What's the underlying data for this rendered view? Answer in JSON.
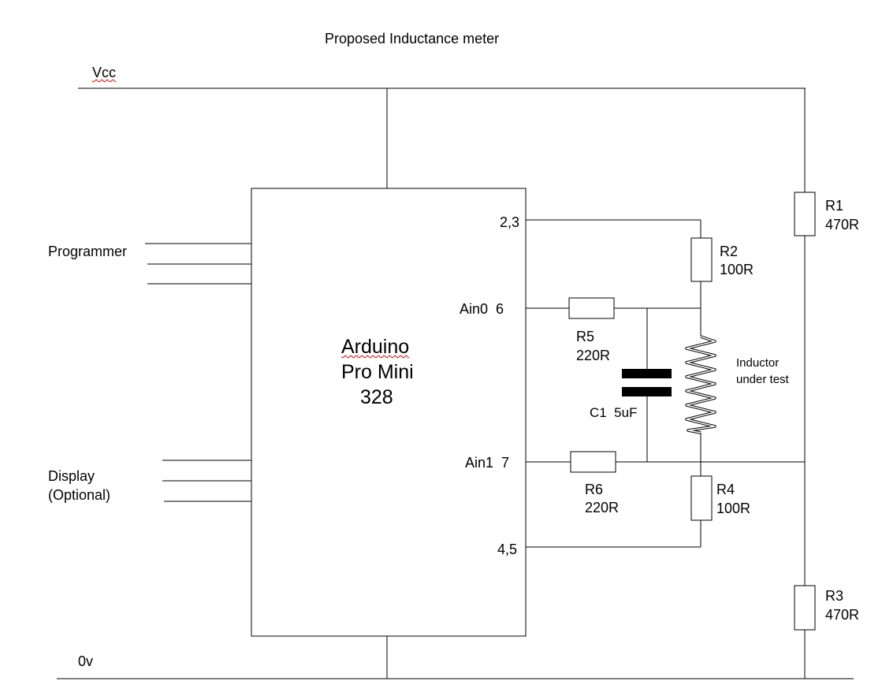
{
  "title": "Proposed Inductance meter",
  "rails": {
    "vcc": "Vcc",
    "gnd": "0v"
  },
  "interfaces": {
    "programmer": "Programmer",
    "display_line1": "Display",
    "display_line2": "(Optional)"
  },
  "mcu": {
    "line1": "Arduino",
    "line2": "Pro Mini",
    "line3": "328"
  },
  "pins": {
    "p23": "2,3",
    "ain0": "Ain0  6",
    "ain1": "Ain1  7",
    "p45": "4,5"
  },
  "components": {
    "r1": {
      "ref": "R1",
      "value": "470R"
    },
    "r2": {
      "ref": "R2",
      "value": "100R"
    },
    "r3": {
      "ref": "R3",
      "value": "470R"
    },
    "r4": {
      "ref": "R4",
      "value": "100R"
    },
    "r5": {
      "ref": "R5",
      "value": "220R"
    },
    "r6": {
      "ref": "R6",
      "value": "220R"
    },
    "c1": {
      "label": "C1  5uF"
    },
    "inductor": {
      "line1": "Inductor",
      "line2": "under test"
    }
  }
}
